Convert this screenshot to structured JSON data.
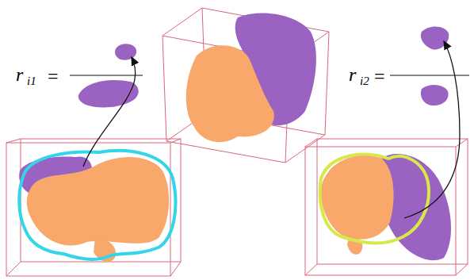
{
  "diagram": {
    "labels": [
      "r",
      "i1",
      "=",
      "r",
      "i2",
      "="
    ]
  }
}
